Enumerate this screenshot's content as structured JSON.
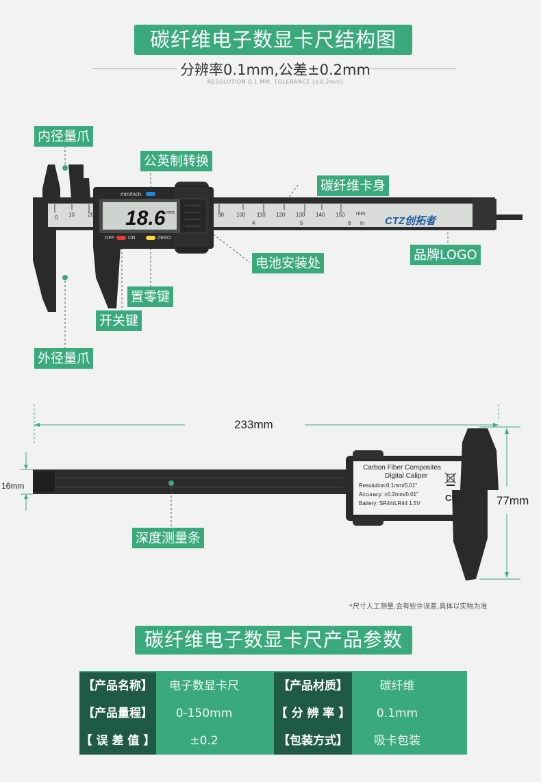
{
  "header": {
    "title": "碳纤维电子数显卡尺结构图",
    "subtitle": "分辨率0.1mm,公差±0.2mm",
    "subtitle_en": "RESOLUTION 0.1 MM, TOLERANCE (±0.2mm)"
  },
  "callouts": {
    "inner_jaw": "内径量爪",
    "unit_switch": "公英制转换",
    "body": "碳纤维卡身",
    "battery": "电池安装处",
    "brand": "品牌LOGO",
    "zero_key": "置零键",
    "power_key": "开关键",
    "outer_jaw": "外径量爪",
    "depth_rod": "深度测量条"
  },
  "caliper": {
    "display_value": "18.6",
    "display_unit": "mm",
    "unit_label": "mm/inch",
    "off_label": "OFF",
    "on_label": "ON",
    "zero_label": "ZERO",
    "brand_logo": "CTZ创拓者",
    "mm_label": "mm",
    "in_label": "in",
    "scale_mm": [
      "0",
      "10",
      "20",
      "90",
      "100",
      "110",
      "120",
      "130",
      "140",
      "150"
    ],
    "scale_in": [
      "4",
      "5",
      "6"
    ]
  },
  "back_view": {
    "label_lines": [
      "Carbon Fiber Composites",
      "Digital Caliper",
      "Resolution:0.1mm/0.01\"",
      "Accuracy: ±0.2mm/0.01\"",
      "Battery: SR44/LR44 1.5V"
    ],
    "ce_mark": "CE"
  },
  "dimensions": {
    "length": "233mm",
    "thickness": "16mm",
    "height": "77mm"
  },
  "note": "*尺寸人工测量,会有些许误差,具体以实物为准",
  "specs": {
    "title": "碳纤维电子数显卡尺产品参数",
    "rows": [
      {
        "l1": "【产品名称】",
        "v1": "电子数显卡尺",
        "l2": "【产品材质】",
        "v2": "碳纤维"
      },
      {
        "l1": "【产品量程】",
        "v1": "0-150mm",
        "l2": "【 分 辨 率 】",
        "v2": "0.1mm"
      },
      {
        "l1": "【 误 差 值 】",
        "v1": "±0.2",
        "l2": "【包装方式】",
        "v2": "吸卡包装"
      }
    ]
  },
  "colors": {
    "accent": "#3aa97e",
    "label_dark": "#1e5a45",
    "background": "#f1f2f1",
    "caliper_body": "#2a2a2a"
  }
}
